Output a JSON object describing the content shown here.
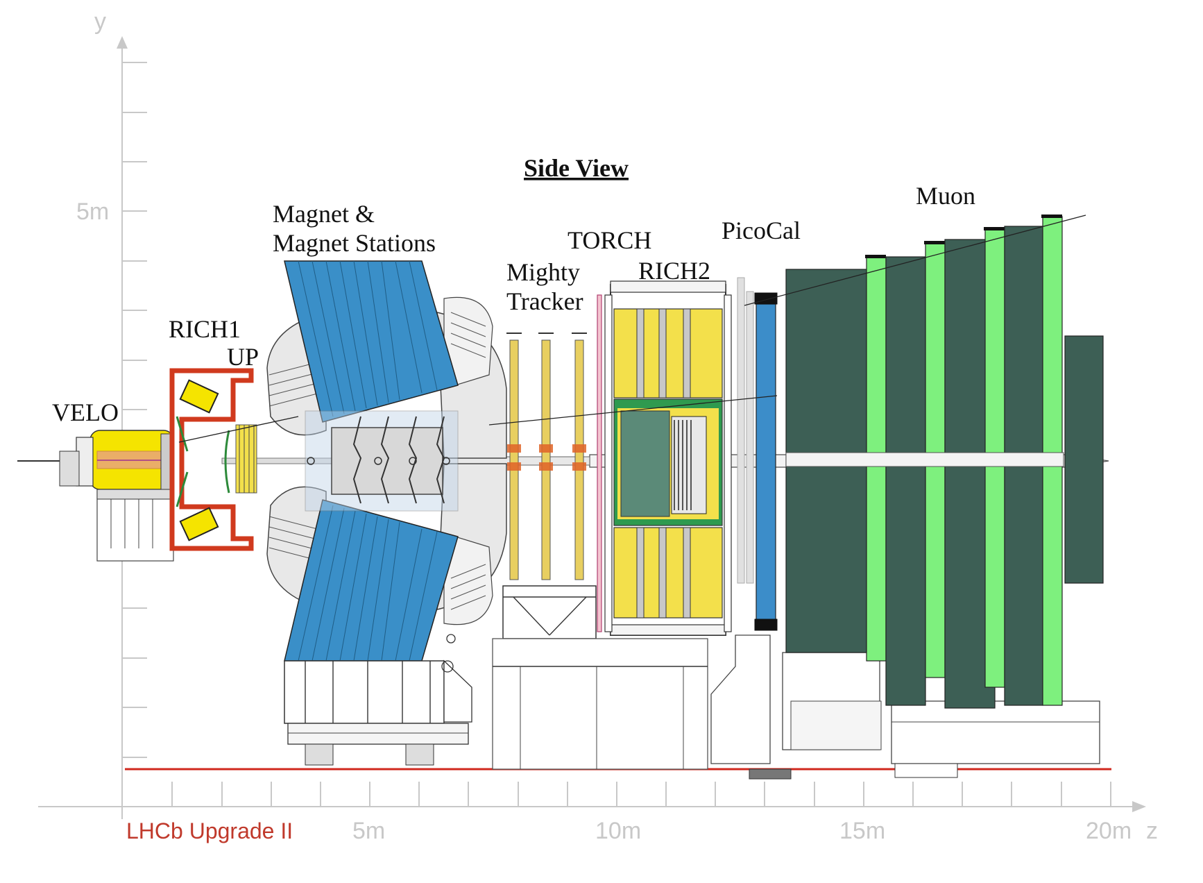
{
  "title": "Side View",
  "brand": "LHCb Upgrade II",
  "axes": {
    "y_label": "y",
    "z_label": "z",
    "y_ticks": [
      "5m"
    ],
    "z_ticks": [
      "5m",
      "10m",
      "15m",
      "20m"
    ]
  },
  "detectors": {
    "velo": "VELO",
    "rich1": "RICH1",
    "up": "UP",
    "magnet_line1": "Magnet &",
    "magnet_line2": "Magnet Stations",
    "mighty_line1": "Mighty",
    "mighty_line2": "Tracker",
    "torch": "TORCH",
    "rich2": "RICH2",
    "picocal": "PicoCal",
    "muon": "Muon"
  },
  "colors": {
    "axis": "#c8c8c8",
    "floor": "#d0281e",
    "brand": "#c0392b",
    "magnet_blue": "#3a8fc8",
    "velo_yellow": "#f5e400",
    "rich_yellow": "#f3e04b",
    "muon_dark": "#3d5f55",
    "muon_light": "#7ef07e",
    "rich_red": "#d03a1e",
    "picocal_blue": "#3c8dc9",
    "rich2_green": "#5b8a78",
    "rich2_frame_green": "#2f9a4f"
  }
}
